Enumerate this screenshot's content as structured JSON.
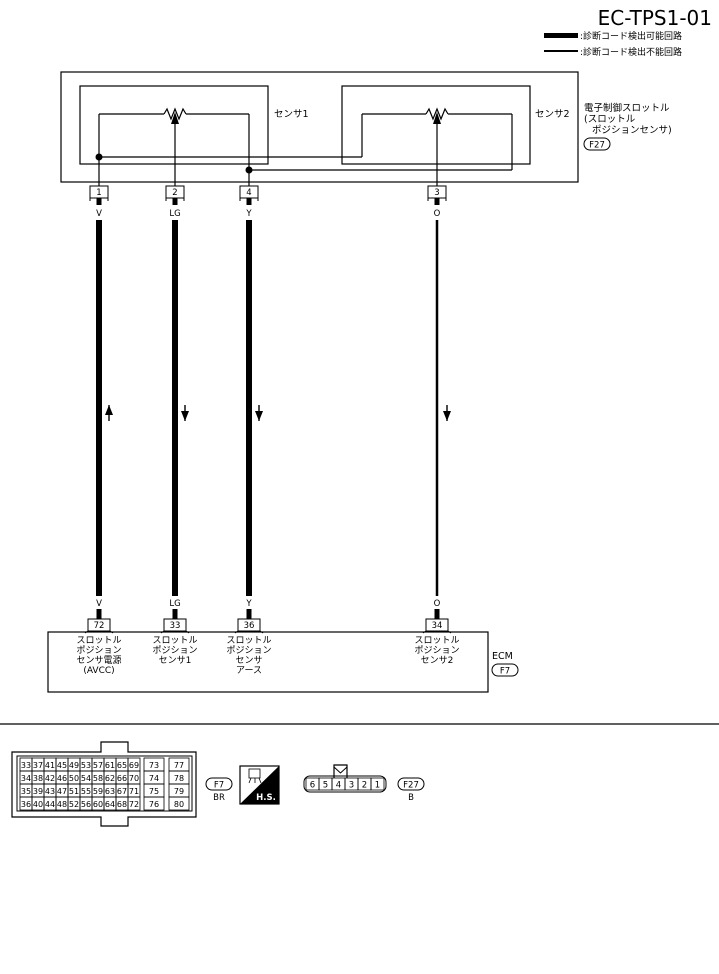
{
  "page": {
    "id": "EC-TPS1-01"
  },
  "legend": {
    "thick_label": ":診断コード検出可能回路",
    "thin_label": ":診断コード検出不能回路"
  },
  "throttle": {
    "sensor1_label": "センサ1",
    "sensor2_label": "センサ2",
    "name_lines": [
      "電子制御スロットル",
      "(スロットル",
      "ポジションセンサ)"
    ],
    "connector": "F27"
  },
  "ecm": {
    "name": "ECM",
    "connector": "F7"
  },
  "wires": [
    {
      "tps_pin": "1",
      "color": "V",
      "ecm_pin": "72",
      "direction": "up",
      "style": "thick",
      "labels": [
        "スロットル",
        "ポジション",
        "センサ電源",
        "(AVCC)"
      ]
    },
    {
      "tps_pin": "2",
      "color": "LG",
      "ecm_pin": "33",
      "direction": "down",
      "style": "thick",
      "labels": [
        "スロットル",
        "ポジション",
        "センサ1"
      ]
    },
    {
      "tps_pin": "4",
      "color": "Y",
      "ecm_pin": "36",
      "direction": "down",
      "style": "thick",
      "labels": [
        "スロットル",
        "ポジション",
        "センサ",
        "アース"
      ]
    },
    {
      "tps_pin": "3",
      "color": "O",
      "ecm_pin": "34",
      "direction": "down",
      "style": "thin",
      "labels": [
        "スロットル",
        "ポジション",
        "センサ2"
      ]
    }
  ],
  "bottom": {
    "f7_connector_rows": [
      [
        "33",
        "37",
        "41",
        "45",
        "49",
        "53",
        "57",
        "61",
        "65",
        "69",
        "73",
        "77"
      ],
      [
        "34",
        "38",
        "42",
        "46",
        "50",
        "54",
        "58",
        "62",
        "66",
        "70",
        "74",
        "78"
      ],
      [
        "35",
        "39",
        "43",
        "47",
        "51",
        "55",
        "59",
        "63",
        "67",
        "71",
        "75",
        "79"
      ],
      [
        "36",
        "40",
        "44",
        "48",
        "52",
        "56",
        "60",
        "64",
        "68",
        "72",
        "76",
        "80"
      ]
    ],
    "f7_tag": "F7",
    "f7_color": "BR",
    "hs_label": "H.S.",
    "f27_pins": [
      "6",
      "5",
      "4",
      "3",
      "2",
      "1"
    ],
    "f27_tag": "F27",
    "f27_color": "B"
  }
}
